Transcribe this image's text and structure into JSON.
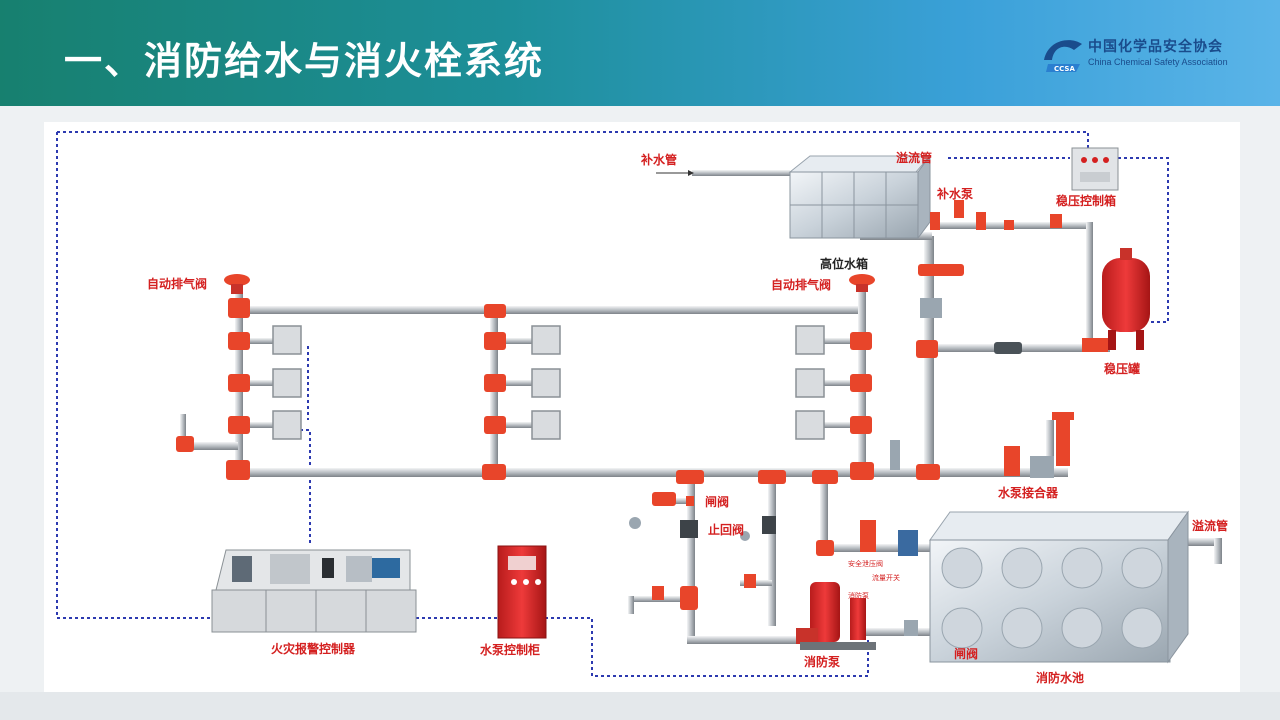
{
  "title": "一、消防给水与消火栓系统",
  "logo": {
    "name_cn": "中国化学品安全协会",
    "name_en": "China Chemical Safety Association",
    "mark": "CCSA"
  },
  "colors": {
    "header_start": "#17806f",
    "header_end": "#5ab4e8",
    "pipe": "#c8ccd0",
    "fitting": "#e8452a",
    "signal_line": "#2d3ab0",
    "label": "#d42020"
  },
  "labels": {
    "make_up_pipe": "补水管",
    "overflow_top": "溢流管",
    "make_up_pump": "补水泵",
    "pressure_panel": "稳压控制箱",
    "high_tank": "高位水箱",
    "auto_vent_left": "自动排气阀",
    "auto_vent_right": "自动排气阀",
    "pressure_tank": "稳压罐",
    "pump_adapter": "水泵接合器",
    "gate_valve_top": "闸阀",
    "check_valve": "止回阀",
    "overflow_right": "溢流管",
    "fire_alarm_controller": "火灾报警控制器",
    "pump_cabinet": "水泵控制柜",
    "fire_pump": "消防泵",
    "gate_valve_bottom": "闸阀",
    "fire_pool": "消防水池",
    "small_relief": "安全泄压阀",
    "small_flow": "流量开关",
    "small_pump": "消防泵"
  }
}
